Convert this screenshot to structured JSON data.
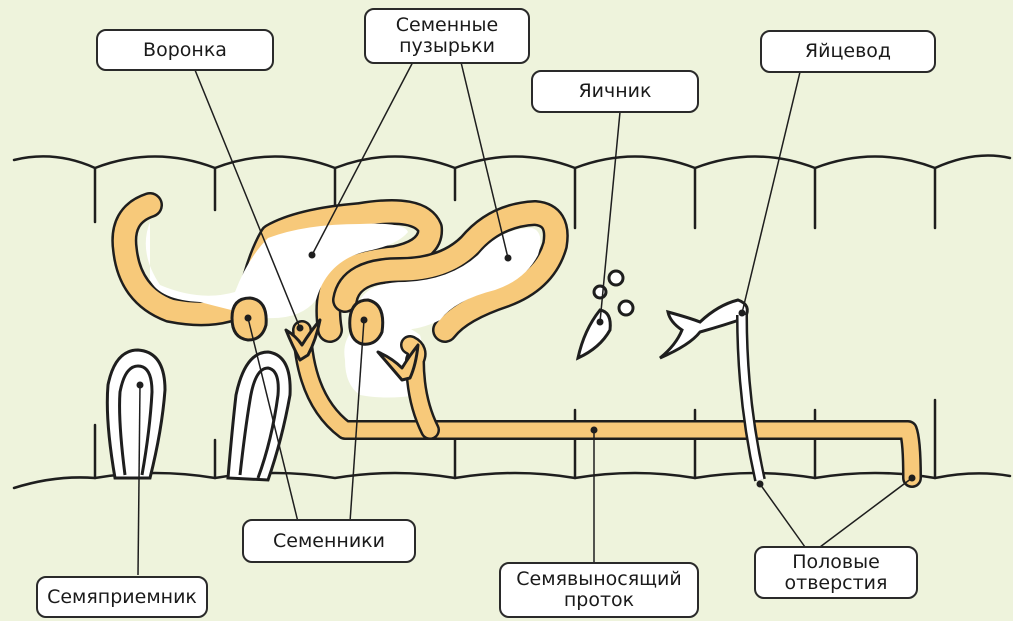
{
  "labels": {
    "funnel": "Воронка",
    "seminal_vesicles": [
      "Семенные",
      "пузырьки"
    ],
    "ovary": "Яичник",
    "oviduct": "Яйцевод",
    "testes": "Семенники",
    "spermatheca": "Семяприемник",
    "vas_deferens": [
      "Семявыносящий",
      "проток"
    ],
    "genital_openings": [
      "Половые",
      "отверстия"
    ]
  },
  "colors": {
    "background": "#eef3dc",
    "organ_fill": "#f7c97a",
    "outline": "#1e1e1e",
    "cavity": "#ffffff"
  }
}
